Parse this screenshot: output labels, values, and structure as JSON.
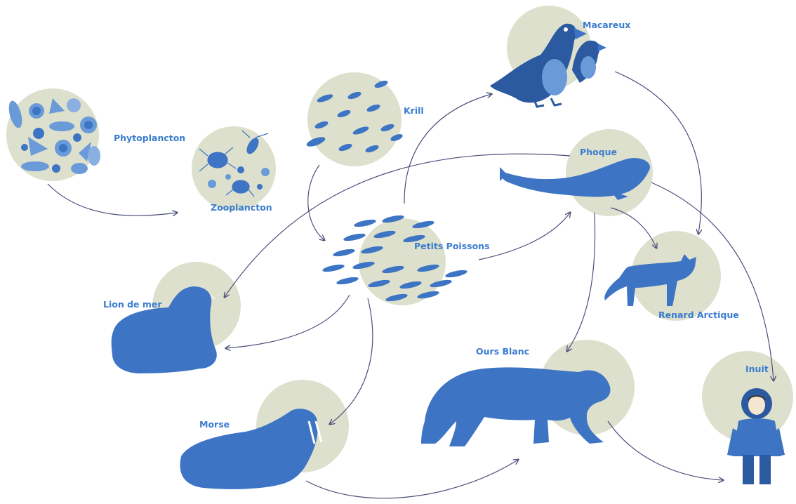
{
  "nodes": {
    "phytoplancton": "Phytoplancton",
    "zooplancton": "Zooplancton",
    "krill": "Krill",
    "macareux": "Macareux",
    "phoque": "Phoque",
    "petits_poissons": "Petits Poissons",
    "lion_de_mer": "Lion de mer",
    "renard_arctique": "Renard Arctique",
    "ours_blanc": "Ours Blanc",
    "inuit": "Inuit",
    "morse": "Morse"
  },
  "edges": [
    {
      "from": "Phytoplancton",
      "to": "Zooplancton"
    },
    {
      "from": "Krill",
      "to": "Petits Poissons"
    },
    {
      "from": "Petits Poissons",
      "to": "Macareux"
    },
    {
      "from": "Petits Poissons",
      "to": "Phoque"
    },
    {
      "from": "Phoque",
      "to": "Lion de mer"
    },
    {
      "from": "Petits Poissons",
      "to": "Lion de mer"
    },
    {
      "from": "Petits Poissons",
      "to": "Morse"
    },
    {
      "from": "Macareux",
      "to": "Renard Arctique"
    },
    {
      "from": "Phoque",
      "to": "Renard Arctique"
    },
    {
      "from": "Phoque",
      "to": "Ours Blanc"
    },
    {
      "from": "Phoque",
      "to": "Inuit"
    },
    {
      "from": "Ours Blanc",
      "to": "Inuit"
    },
    {
      "from": "Morse",
      "to": "Ours Blanc"
    }
  ],
  "colors": {
    "circle_fill": "#dde0cc",
    "animal_blue": "#3d74c4",
    "label_blue": "#3a7dd0",
    "arrow": "#4a4f7a"
  }
}
